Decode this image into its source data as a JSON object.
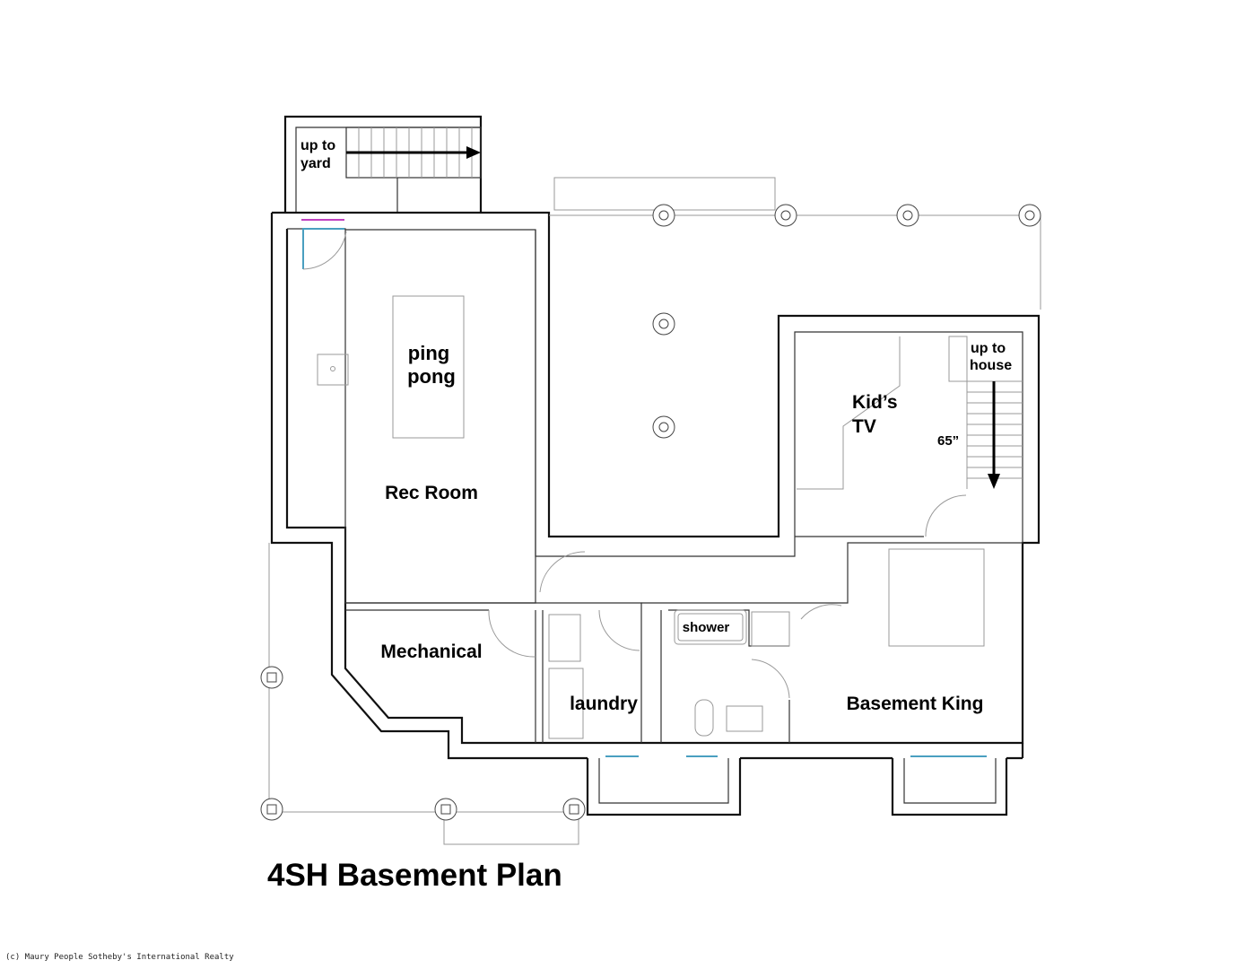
{
  "plan_title": "4SH Basement Plan",
  "copyright": "(c) Maury People Sotheby's International Realty",
  "rooms": {
    "stairs_yard_1": "up to",
    "stairs_yard_2": "yard",
    "ping_pong_1": "ping",
    "ping_pong_2": "pong",
    "rec_room": "Rec Room",
    "kids_tv_1": "Kid’s",
    "kids_tv_2": "TV",
    "tv_size": "65”",
    "stairs_house_1": "up to",
    "stairs_house_2": "house",
    "mechanical": "Mechanical",
    "laundry": "laundry",
    "shower": "shower",
    "basement_king": "Basement King"
  },
  "colors": {
    "wall": "#111111",
    "window": "#4a9fc0",
    "door_hw": "#c040c0"
  }
}
